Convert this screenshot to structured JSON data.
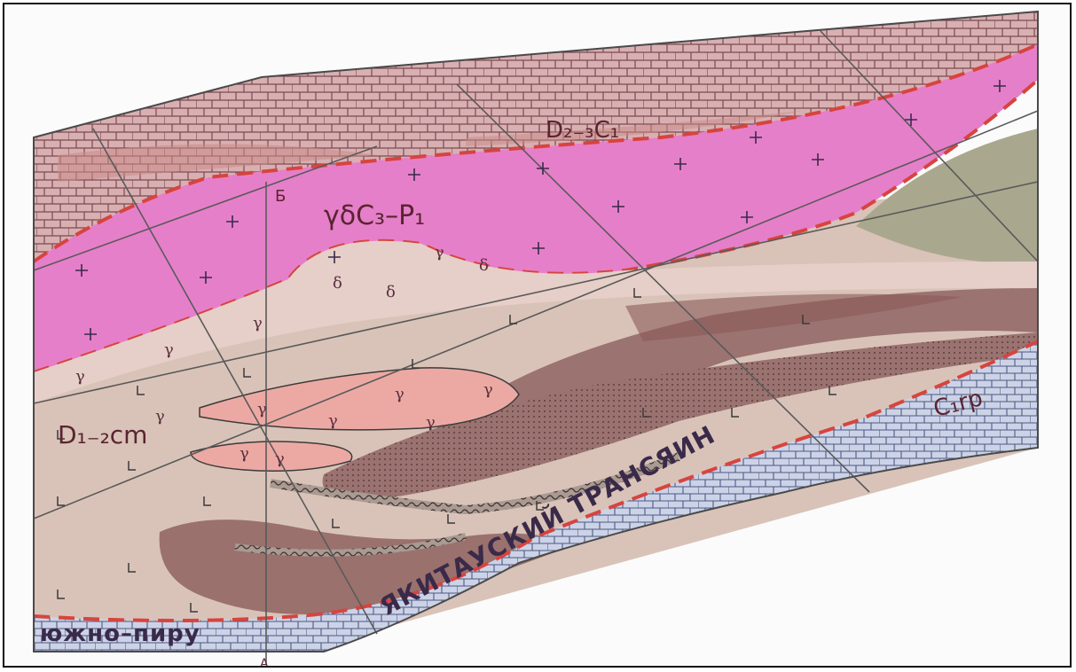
{
  "colors": {
    "limestone": "#d8b2b4",
    "limestone_brick": "#8a5a62",
    "granite": "#e77fc8",
    "volcanic": "#d8c2b6",
    "dark_lens": "#9c7670",
    "intrusive_lens": "#e9a6a0",
    "southern_limestone": "#c7cde0",
    "green_zone": "#a7a68c",
    "contact_dashed": "#d7443e",
    "fault": "#555555"
  },
  "map": {
    "label_top": "D₂₋₃C₁",
    "label_granite": "γδC₃–P₁",
    "label_volcanic": "D₁₋₂cm",
    "label_right": "C₁rp",
    "label_bottom_edge": "южно–пиру",
    "label_bottom_arc": "ЯКИТАУСКИЙ ТРАНСЯИН",
    "section_mark": "Б",
    "section_mark_bottom": "А"
  }
}
